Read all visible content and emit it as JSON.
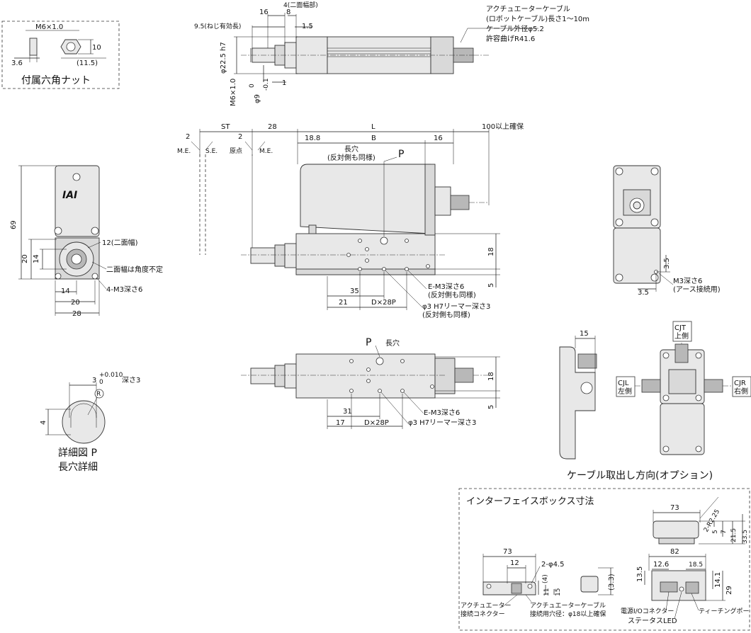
{
  "nut": {
    "title": "付属六角ナット",
    "thread": "M6×1.0",
    "w": "3.6",
    "h": "10",
    "across": "(11.5)"
  },
  "top_view": {
    "d_16": "16",
    "d_4_label": "4(二面幅部)",
    "d_8": "8",
    "d_1_5": "1.5",
    "thread_len": "9.5(ねじ有効長)",
    "dia_rod": "φ22.5 h7",
    "thread_v": "M6×1.0",
    "dia_9": "φ9",
    "tol_9_up": "0",
    "tol_9_dn": "-0.1",
    "d_1": "1",
    "cable_1": "アクチュエーターケーブル",
    "cable_2": "(ロボットケーブル)長さ1～10m",
    "cable_3": "ケーブル外径φ5.2",
    "cable_4": "許容曲げR41.6"
  },
  "front_view": {
    "d_2a": "2",
    "st": "ST",
    "d_2b": "2",
    "d_28": "28",
    "L": "L",
    "d_100": "100以上確保",
    "me1": "M.E.",
    "se": "S.E.",
    "origin": "原点",
    "me2": "M.E.",
    "d_18_8": "18.8",
    "B": "B",
    "d_16": "16",
    "slot_1": "長穴",
    "slot_2": "(反対側も同様)",
    "P": "P",
    "d_18": "18",
    "d_5": "5",
    "d_35": "35",
    "d_21": "21",
    "d_dx28p": "D×28P",
    "em3_1": "E-M3深さ6",
    "em3_2": "(反対側も同様)",
    "pin_1": "φ3 H7リーマー深さ3",
    "pin_2": "(反対側も同様)"
  },
  "side_view": {
    "d_69": "69",
    "d_20": "20",
    "d_14": "14",
    "d_12": "12(二面幅)",
    "note": "二面幅は角度不定",
    "m3": "4-M3深さ6",
    "b_14": "14",
    "b_20": "20",
    "b_28": "28",
    "logo": "IAI"
  },
  "detail": {
    "title1": "詳細図 P",
    "title2": "長穴詳細",
    "dim_3": "3",
    "tol_up": "+0.010",
    "tol_dn": "0",
    "depth": "深さ3",
    "r": "R",
    "d_4": "4"
  },
  "bottom_view": {
    "P": "P",
    "slot": "長穴",
    "d_18": "18",
    "d_5": "5",
    "d_31": "31",
    "d_17": "17",
    "d_dx28p": "D×28P",
    "em3": "E-M3深さ6",
    "pin": "φ3 H7リーマー深さ3"
  },
  "rear_view": {
    "d_3_5a": "3.5",
    "d_3_5b": "3.5",
    "m3_1": "M3深さ6",
    "m3_2": "(アース接続用)"
  },
  "cable_dir": {
    "d_15": "15",
    "cjt_1": "CJT",
    "cjt_2": "上側",
    "cjl_1": "CJL",
    "cjl_2": "左側",
    "cjr_1": "CJR",
    "cjr_2": "右側",
    "caption": "ケーブル取出し方向(オプション)"
  },
  "interface_box": {
    "title": "インターフェイスボックス寸法",
    "top_73": "73",
    "r225": "2-R2.25",
    "d_5": "5",
    "d_7": "7",
    "d_21_5": "21.5",
    "d_33_5": "33.5",
    "d_82": "82",
    "b_73": "73",
    "b_12": "12",
    "b_hole": "2-φ4.5",
    "b_4": "(4)",
    "b_11": "11",
    "b_15": "15",
    "b_3_3": "(3.3)",
    "b_13_5": "13.5",
    "b_12_6": "12.6",
    "b_18_5": "18.5",
    "b_14_1": "14.1",
    "b_29": "29",
    "lbl_conn1": "アクチュエーター",
    "lbl_conn2": "接続コネクター",
    "lbl_cable1": "アクチュエーターケーブル",
    "lbl_cable2": "接続用穴径：φ18以上確保",
    "lbl_pwr": "電源I/Oコネクター",
    "lbl_led": "ステータスLED",
    "lbl_teach": "ティーチングポート"
  }
}
